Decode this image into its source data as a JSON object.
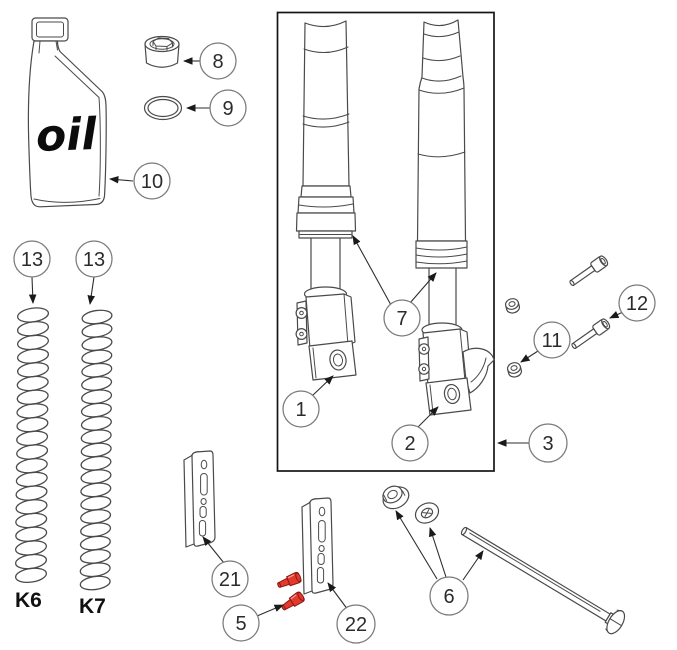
{
  "diagram": {
    "kind": "exploded-parts-line-drawing",
    "background": "#ffffff",
    "line_color": "#4a4a4a",
    "box_border_color": "#151515",
    "accent_red": "#e23b2e"
  },
  "labels": {
    "oil_bottle": "oil",
    "spring_left": "K6",
    "spring_right": "K7"
  },
  "callouts": [
    {
      "number": "8"
    },
    {
      "number": "9"
    },
    {
      "number": "10"
    },
    {
      "number": "13"
    },
    {
      "number": "13"
    },
    {
      "number": "7"
    },
    {
      "number": "1"
    },
    {
      "number": "2"
    },
    {
      "number": "3"
    },
    {
      "number": "11"
    },
    {
      "number": "12"
    },
    {
      "number": "21"
    },
    {
      "number": "22"
    },
    {
      "number": "5"
    },
    {
      "number": "6"
    }
  ]
}
